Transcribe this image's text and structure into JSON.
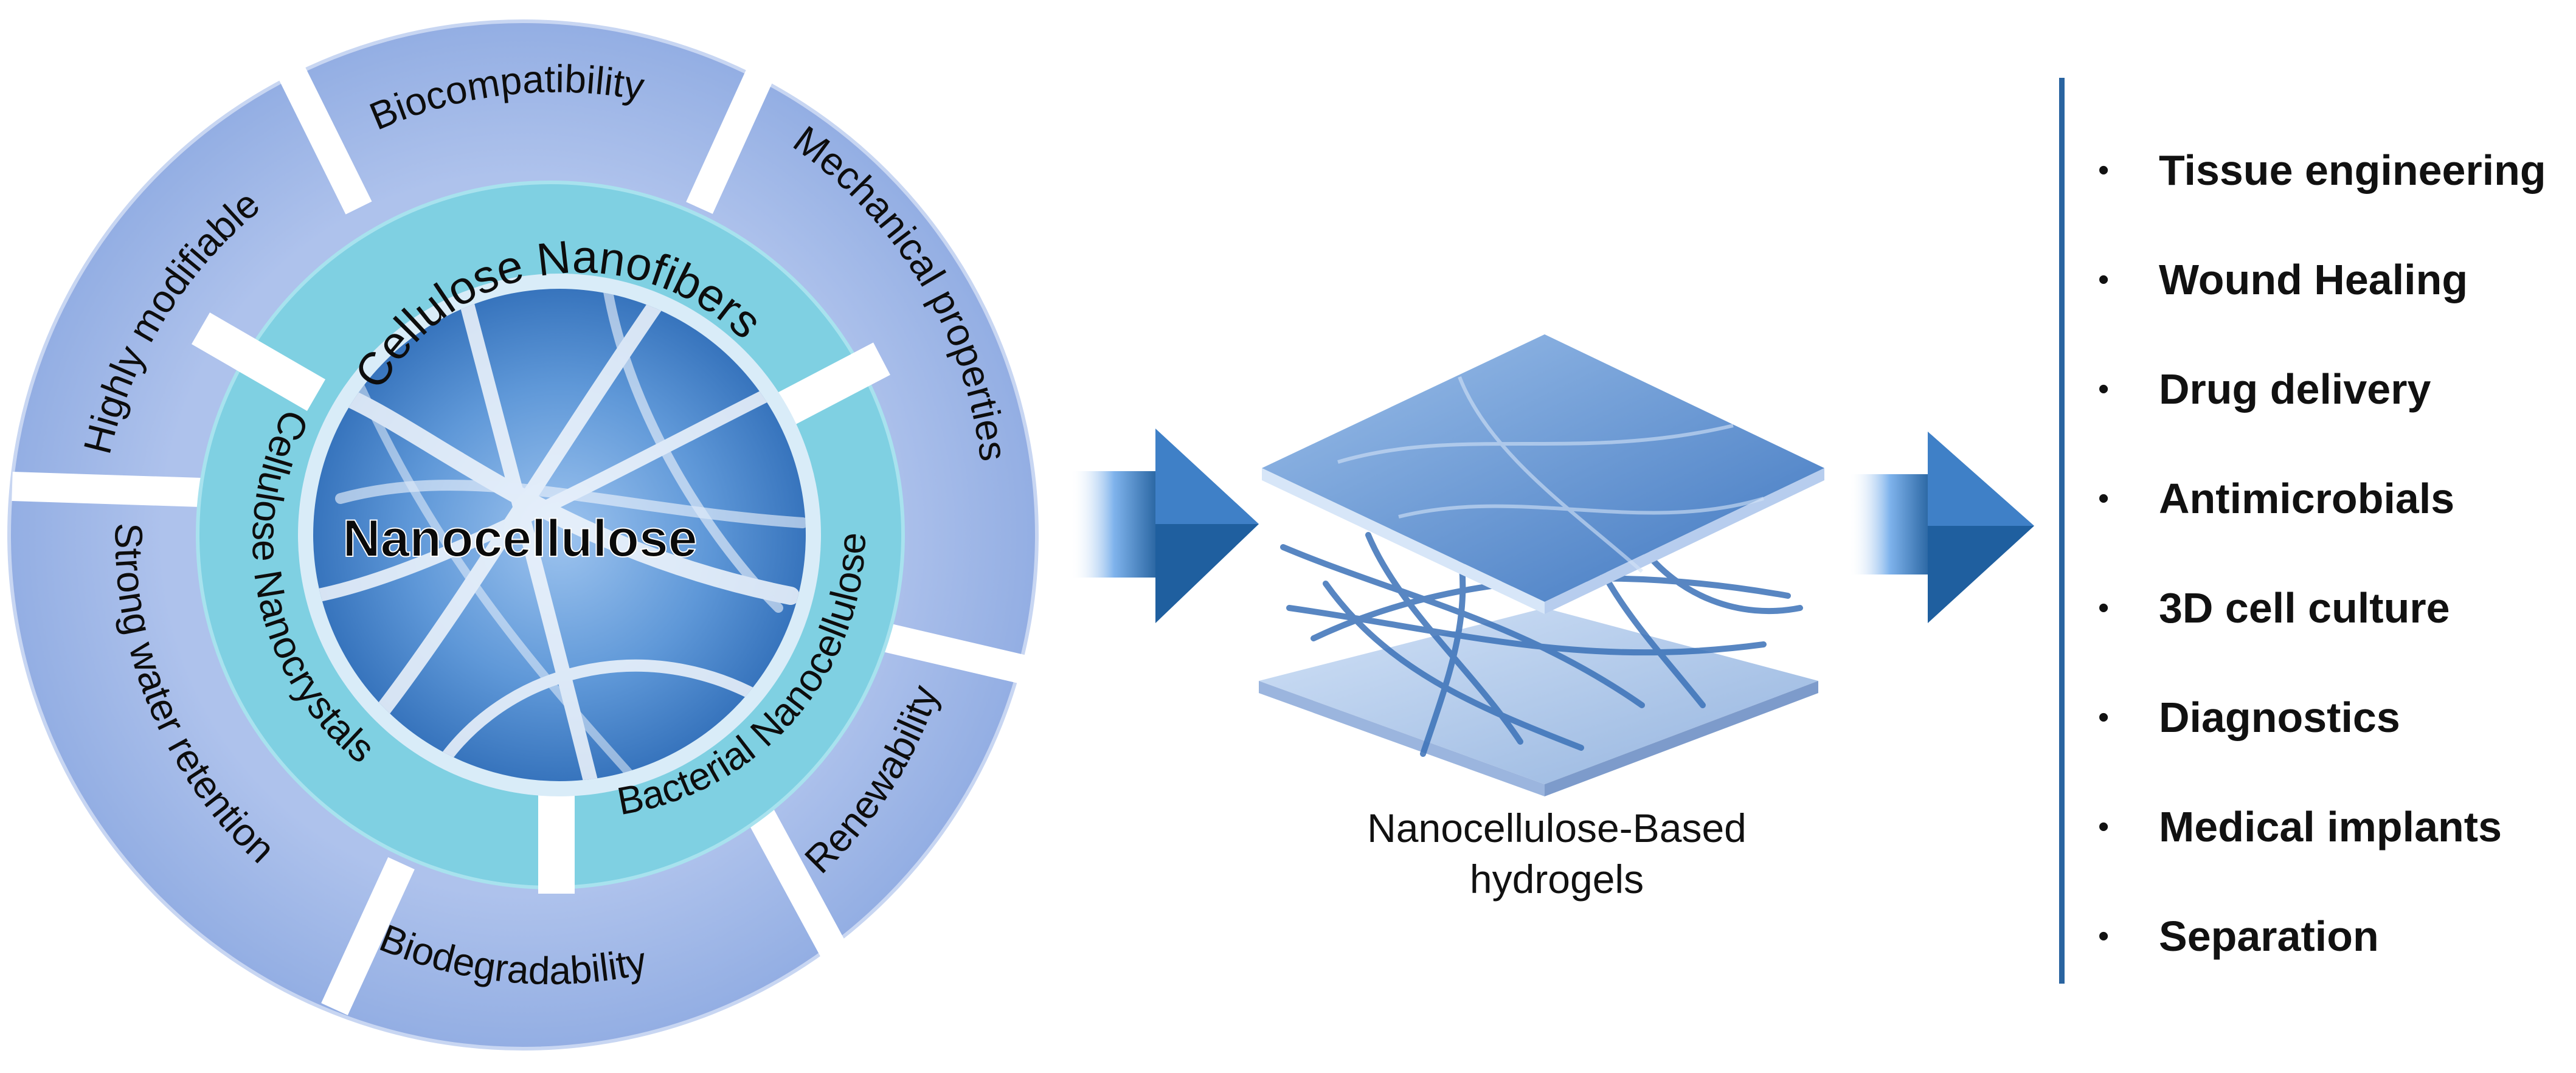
{
  "core": {
    "label": "Nanocellulose"
  },
  "types": [
    {
      "label": "Cellulose Nanofibers"
    },
    {
      "label": "Bacterial Nanocellulose"
    },
    {
      "label": "Cellulose Nanocrystals"
    }
  ],
  "properties": [
    {
      "label": "Biocompatibility"
    },
    {
      "label": "Mechanical properties"
    },
    {
      "label": "Renewability"
    },
    {
      "label": "Biodegradability"
    },
    {
      "label": "Strong water retention"
    },
    {
      "label": "Highly modifiable"
    }
  ],
  "hydrogel": {
    "caption_line1": "Nanocellulose-Based",
    "caption_line2": "hydrogels"
  },
  "applications": [
    {
      "label": "Tissue engineering"
    },
    {
      "label": "Wound Healing"
    },
    {
      "label": "Drug delivery"
    },
    {
      "label": "Antimicrobials"
    },
    {
      "label": "3D cell culture"
    },
    {
      "label": "Diagnostics"
    },
    {
      "label": "Medical implants"
    },
    {
      "label": "Separation"
    }
  ],
  "colors": {
    "outer_ring": "#a3b9e8",
    "middle_ring": "#7ccfe0",
    "core": "#3d7cc6",
    "accent": "#2a64a0"
  }
}
